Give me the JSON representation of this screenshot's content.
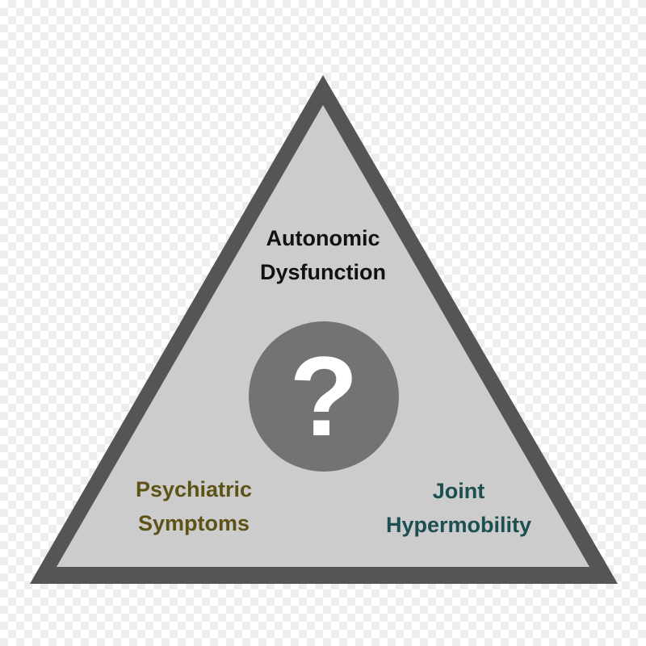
{
  "diagram": {
    "colors": {
      "triangle_border": "#555555",
      "triangle_fill": "#cccccc",
      "circle_fill": "#737373",
      "question_mark": "#ffffff",
      "top_label": "#111111",
      "left_label": "#5e5317",
      "right_label": "#1c4f4f"
    },
    "top_label": {
      "line1": "Autonomic",
      "line2": "Dysfunction"
    },
    "left_label": {
      "line1": "Psychiatric",
      "line2": "Symptoms"
    },
    "right_label": {
      "line1": "Joint",
      "line2": "Hypermobility"
    },
    "center_symbol": "?",
    "center_icon": "question-mark-icon"
  }
}
